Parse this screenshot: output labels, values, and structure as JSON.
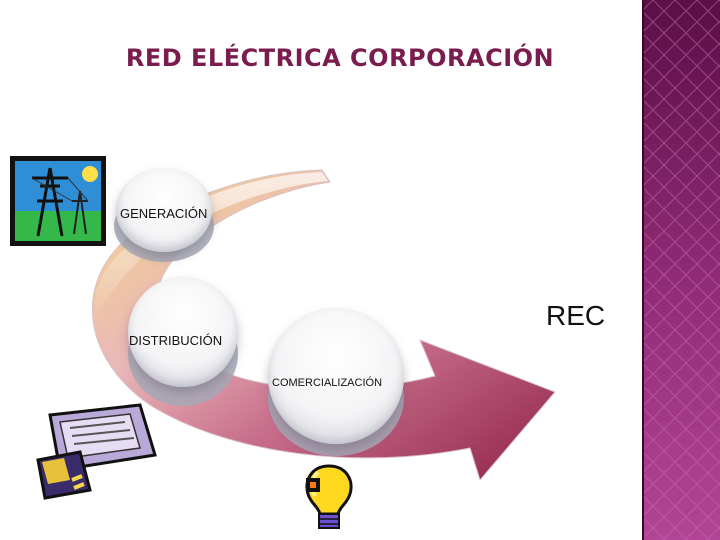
{
  "slide": {
    "title": "RED ELÉCTRICA CORPORACIÓN",
    "side_text": "REC",
    "accent_color": "#7a1c4e",
    "side_bar_color": "#9b2d7a"
  },
  "cycle": {
    "items": [
      {
        "label": "GENERACIÓN",
        "icon": "power-tower-icon"
      },
      {
        "label": "DISTRIBUCIÓN",
        "icon": "computer-plug-icon"
      },
      {
        "label": "COMERCIALIZACIÓN",
        "icon": "lightbulb-icon"
      }
    ]
  }
}
